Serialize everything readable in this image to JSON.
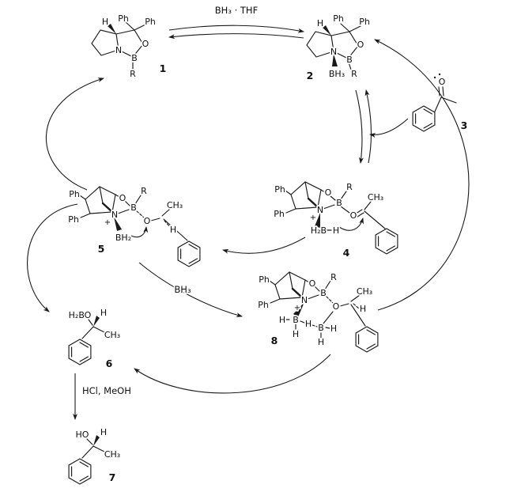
{
  "scheme": {
    "reagents": {
      "bh3_thf": "BH₃ · THF",
      "bh3": "BH₃",
      "hcl_meoh": "HCl, MeOH"
    },
    "numbers": {
      "c1": "1",
      "c2": "2",
      "c3": "3",
      "c4": "4",
      "c5": "5",
      "c6": "6",
      "c7": "7",
      "c8": "8"
    },
    "atoms": {
      "ph": "Ph",
      "n": "N",
      "b": "B",
      "o": "O",
      "r": "R",
      "h": "H",
      "plus": "+",
      "ch3": "CH₃",
      "bh3": "BH₃",
      "bh2": "BH₂",
      "h2b": "H₂B",
      "h2bo": "H₂BO",
      "ho": "HO"
    }
  }
}
